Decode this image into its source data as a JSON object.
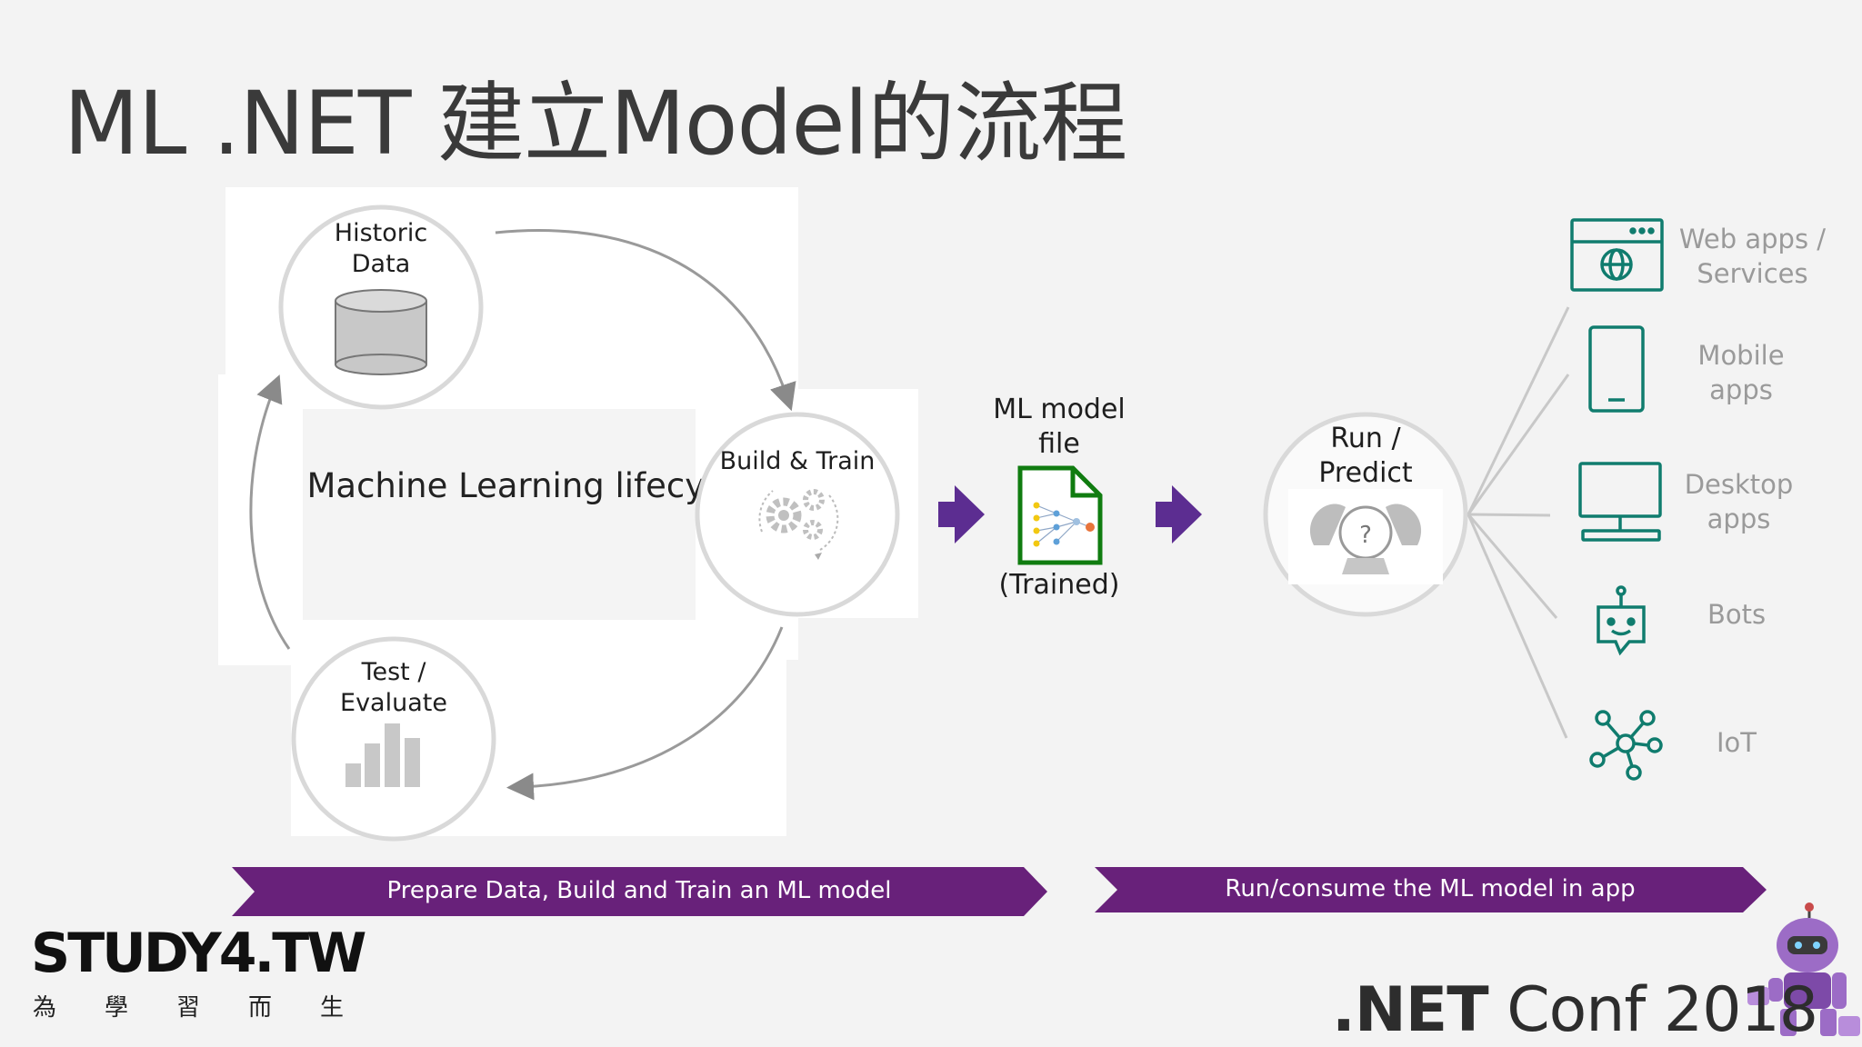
{
  "title": "ML .NET 建立Model的流程",
  "lifecycle": {
    "center_label": "Machine Learning lifecycle",
    "historic_data": "Historic Data",
    "build_train": "Build & Train",
    "test_evaluate": "Test / Evaluate"
  },
  "model_file": {
    "top_label": "ML model file",
    "bottom_label": "(Trained)"
  },
  "run_predict": "Run / Predict",
  "targets": [
    {
      "label": "Web apps / Services",
      "icon": "web-browser-globe-icon"
    },
    {
      "label": "Mobile apps",
      "icon": "mobile-phone-icon"
    },
    {
      "label": "Desktop apps",
      "icon": "desktop-monitor-icon"
    },
    {
      "label": "Bots",
      "icon": "bot-icon"
    },
    {
      "label": "IoT",
      "icon": "iot-network-icon"
    }
  ],
  "banners": {
    "left": "Prepare Data, Build and Train an ML model",
    "right": "Run/consume the ML model in app"
  },
  "footer": {
    "brand": "STUDY4.TW",
    "brand_sub": [
      "為",
      "學",
      "習",
      "而",
      "生"
    ],
    "conf_bold": ".NET",
    "conf_rest": " Conf 2018"
  },
  "colors": {
    "banner": "#68217a",
    "arrow": "#5c2d91",
    "icon_teal": "#107c6e",
    "line_grey": "#c8c8c8"
  }
}
